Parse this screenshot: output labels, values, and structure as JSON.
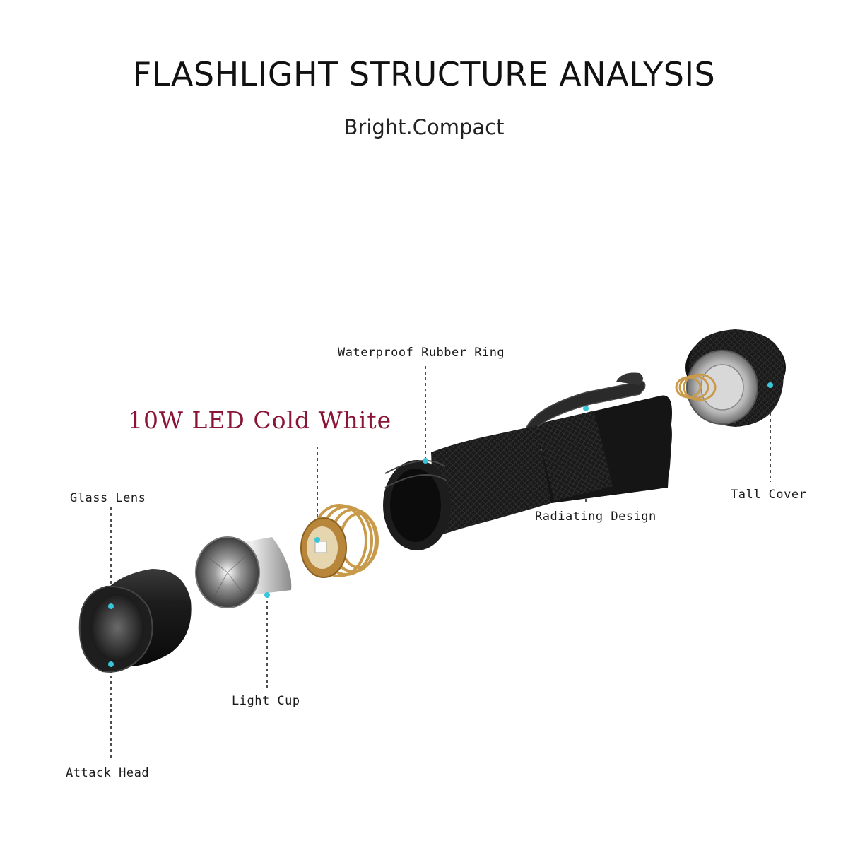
{
  "header": {
    "title": "FLASHLIGHT STRUCTURE ANALYSIS",
    "subtitle": "Bright.Compact"
  },
  "highlight": {
    "text": "10W LED Cold White",
    "color": "#8a1436"
  },
  "labels": {
    "waterproof_rubber_ring": "Waterproof Rubber Ring",
    "tall_cover": "Tall Cover",
    "radiating_design": "Radiating Design",
    "glass_lens": "Glass Lens",
    "light_cup": "Light Cup",
    "attack_head": "Attack Head"
  },
  "colors": {
    "marker_dot": "#38c6d8",
    "body_black": "#141414",
    "brass": "#c99a4a",
    "silver": "#c8c8c8"
  }
}
